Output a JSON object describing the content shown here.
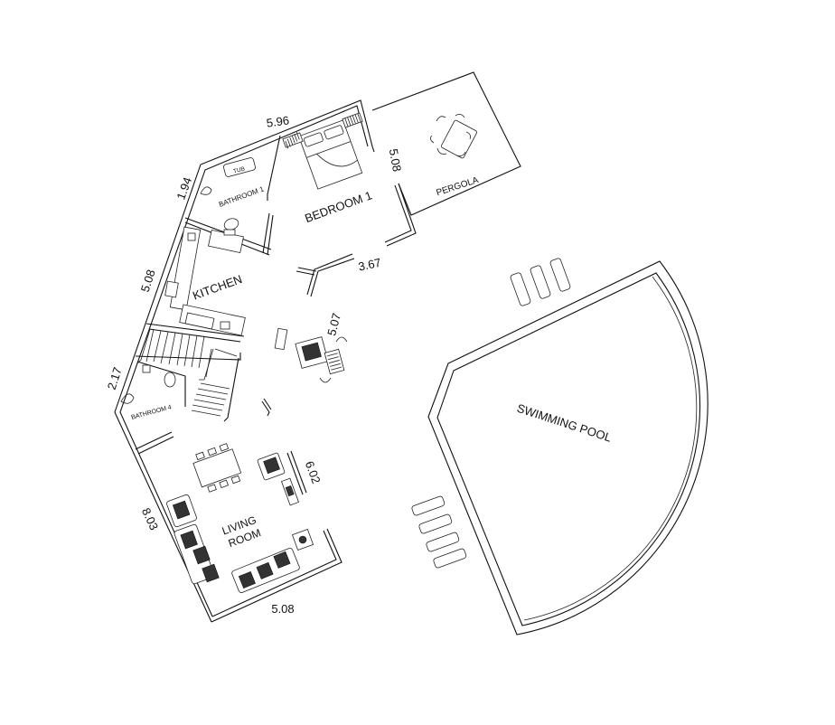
{
  "rooms": {
    "bathroom1": "BATHROOM 1",
    "tub": "TUB",
    "bedroom1": "BEDROOM 1",
    "pergola": "PERGOLA",
    "kitchen": "KITCHEN",
    "bathroom4": "BATHROOM 4",
    "living_line1": "LIVING",
    "living_line2": "ROOM",
    "pool": "SWIMMING POOL"
  },
  "dimensions": {
    "top_width": "5.96",
    "bath1_side": "1.94",
    "bedroom_side": "5.08",
    "kitchen_side": "5.08",
    "bedroom_inner": "3.67",
    "center": "5.07",
    "bath4_side": "2.17",
    "living_inner": "6.02",
    "living_side": "8.03",
    "bottom_width": "5.08"
  }
}
